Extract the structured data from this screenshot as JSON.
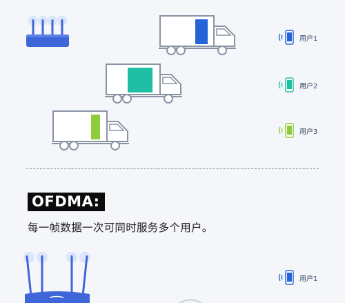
{
  "top_section": {
    "users": [
      {
        "label": "用户1",
        "color": "#2563d9"
      },
      {
        "label": "用户2",
        "color": "#1fbfa6"
      },
      {
        "label": "用户3",
        "color": "#8dcc3a"
      }
    ],
    "truck_cargo_colors": [
      "#2563d9",
      "#1fbfa6",
      "#8dcc3a"
    ]
  },
  "bottom_section": {
    "heading": "OFDMA:",
    "description": "每一帧数据一次可同时服务多个用户。",
    "users": [
      {
        "label": "用户1",
        "color": "#2563d9"
      }
    ]
  },
  "colors": {
    "router_blue": "#3f66d8",
    "outline": "#8a93a3",
    "signal": "#9ab3ef"
  }
}
